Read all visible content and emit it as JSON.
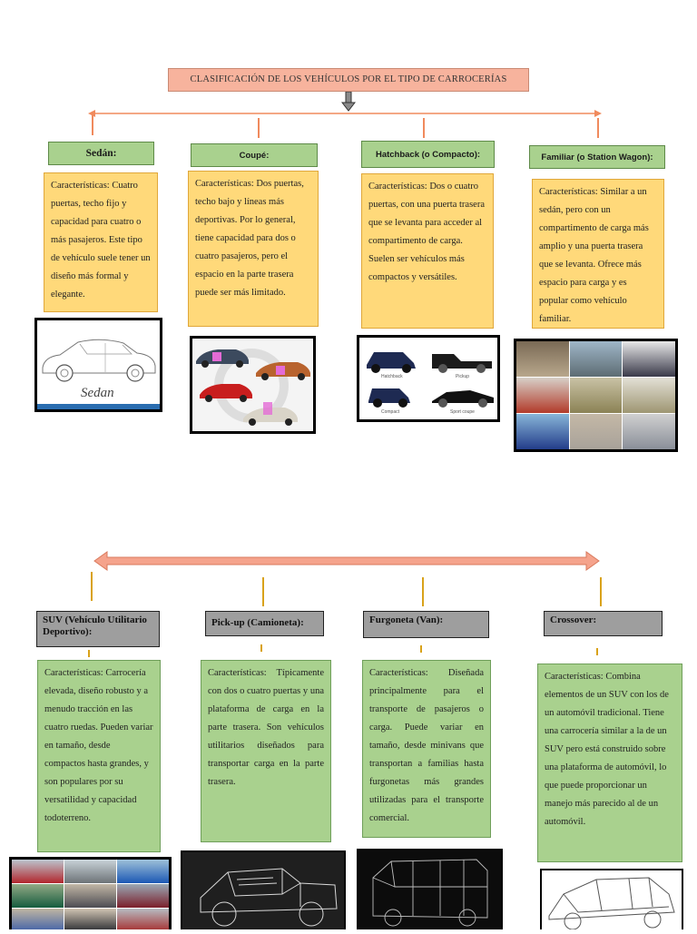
{
  "title": "CLASIFICACIÓN DE LOS VEHÍCULOS POR EL TIPO DE CARROCERÍAS",
  "top": [
    {
      "heading": "Sedán:",
      "text": "Características: Cuatro puertas, techo fijo y capacidad para cuatro o más pasajeros. Este tipo de vehículo suele tener un diseño más formal y elegante."
    },
    {
      "heading": "Coupé:",
      "text": "Características: Dos puertas, techo bajo y líneas más deportivas. Por lo general, tiene capacidad para dos o cuatro pasajeros, pero el espacio en la parte trasera puede ser más limitado."
    },
    {
      "heading": "Hatchback (o Compacto):",
      "text": "Características: Dos o cuatro puertas, con una puerta trasera que se levanta para acceder al compartimento de carga. Suelen ser vehículos más compactos y versátiles."
    },
    {
      "heading": "Familiar (o Station Wagon):",
      "text": "Características: Similar a un sedán, pero con un compartimento de carga más amplio y una puerta trasera que se levanta. Ofrece más espacio para carga y es popular como vehículo familiar."
    }
  ],
  "bottom": [
    {
      "heading": "SUV (Vehículo Utilitario Deportivo):",
      "text": "Características: Carrocería elevada, diseño robusto y a menudo tracción en las cuatro ruedas. Pueden variar en tamaño, desde compactos hasta grandes, y son populares por su versatilidad y capacidad todoterreno."
    },
    {
      "heading": "Pick-up (Camioneta):",
      "text": "Características: Típicamente con dos o cuatro puertas y una plataforma de carga en la parte trasera. Son vehículos utilitarios diseñados para transportar carga en la parte trasera."
    },
    {
      "heading": "Furgoneta (Van):",
      "text": "Características: Diseñada principalmente para el transporte de pasajeros o carga. Puede variar en tamaño, desde minivans que transportan a familias hasta furgonetas más grandes utilizadas para el transporte comercial."
    },
    {
      "heading": "Crossover:",
      "text": "Características: Combina elementos de un SUV con los de un automóvil tradicional. Tiene una carrocería similar a la de un SUV pero está construido sobre una plataforma de automóvil, lo que puede proporcionar un manejo más parecido al de un automóvil."
    }
  ],
  "images": {
    "sedan_caption": "Sedan",
    "hatch_labels": [
      "Hatchback",
      "Pickup",
      "Compact",
      "Sport coupe"
    ]
  },
  "colors": {
    "title_bg": "#f7b39d",
    "green_box": "#a9d18e",
    "orange_box": "#ffd97a",
    "gray_header": "#9e9e9e",
    "arrow": "#f08a5d",
    "yellow_tick": "#d9a21a"
  },
  "icons": [
    "down-arrow-icon",
    "double-arrow-icon"
  ]
}
